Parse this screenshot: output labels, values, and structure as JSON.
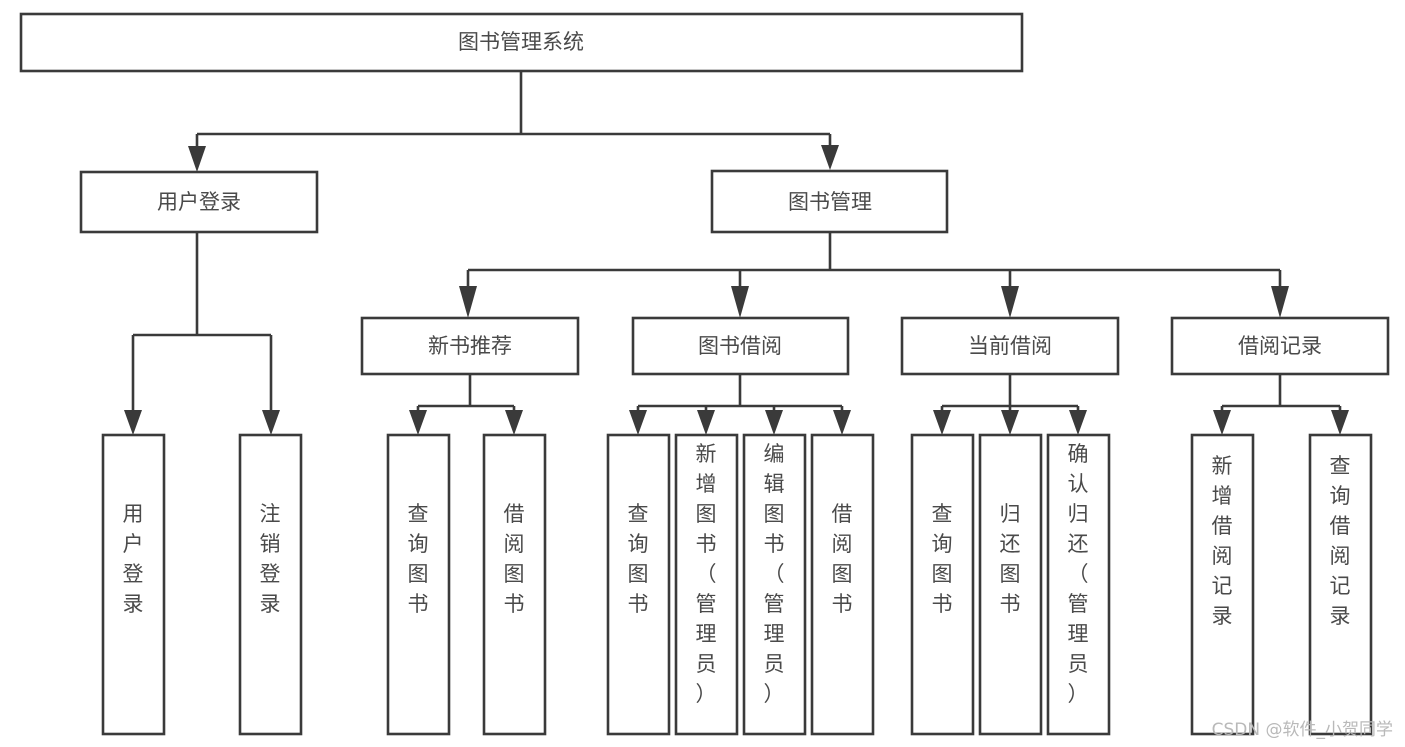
{
  "diagram": {
    "title": "图书管理系统",
    "type": "tree-hierarchy-chart",
    "orientation": "top-down",
    "colors": {
      "box_fill": "#ffffff",
      "box_stroke": "#3a3a3a",
      "text": "#4a4a4a",
      "background": "#ffffff",
      "watermark": "#b9b9b9"
    },
    "root": {
      "label": "图书管理系统",
      "text_direction": "horizontal"
    },
    "level1": [
      {
        "id": "user-login",
        "label": "用户登录",
        "text_direction": "horizontal"
      },
      {
        "id": "book-manage",
        "label": "图书管理",
        "text_direction": "horizontal"
      }
    ],
    "level2": [
      {
        "id": "new-book-recommend",
        "label": "新书推荐",
        "parent": "book-manage",
        "text_direction": "horizontal"
      },
      {
        "id": "book-borrow",
        "label": "图书借阅",
        "parent": "book-manage",
        "text_direction": "horizontal"
      },
      {
        "id": "current-borrow",
        "label": "当前借阅",
        "parent": "book-manage",
        "text_direction": "horizontal"
      },
      {
        "id": "borrow-record",
        "label": "借阅记录",
        "parent": "book-manage",
        "text_direction": "horizontal"
      }
    ],
    "leaves": [
      {
        "id": "leaf-user-login",
        "label": "用户登录",
        "parent": "user-login",
        "text_direction": "vertical"
      },
      {
        "id": "leaf-user-logout",
        "label": "注销登录",
        "parent": "user-login",
        "text_direction": "vertical"
      },
      {
        "id": "leaf-query-book-recommend",
        "label": "查询图书",
        "parent": "new-book-recommend",
        "text_direction": "vertical"
      },
      {
        "id": "leaf-borrow-book-recommend",
        "label": "借阅图书",
        "parent": "new-book-recommend",
        "text_direction": "vertical"
      },
      {
        "id": "leaf-query-book-borrow",
        "label": "查询图书",
        "parent": "book-borrow",
        "text_direction": "vertical"
      },
      {
        "id": "leaf-add-book-admin",
        "label": "新增图书（管理员）",
        "parent": "book-borrow",
        "text_direction": "vertical"
      },
      {
        "id": "leaf-edit-book-admin",
        "label": "编辑图书（管理员）",
        "parent": "book-borrow",
        "text_direction": "vertical"
      },
      {
        "id": "leaf-borrow-book",
        "label": "借阅图书",
        "parent": "book-borrow",
        "text_direction": "vertical"
      },
      {
        "id": "leaf-query-book-current",
        "label": "查询图书",
        "parent": "current-borrow",
        "text_direction": "vertical"
      },
      {
        "id": "leaf-return-book",
        "label": "归还图书",
        "parent": "current-borrow",
        "text_direction": "vertical"
      },
      {
        "id": "leaf-confirm-return-admin",
        "label": "确认归还（管理员）",
        "parent": "current-borrow",
        "text_direction": "vertical"
      },
      {
        "id": "leaf-add-borrow-record",
        "label": "新增借阅记录",
        "parent": "borrow-record",
        "text_direction": "vertical"
      },
      {
        "id": "leaf-query-borrow-record",
        "label": "查询借阅记录",
        "parent": "borrow-record",
        "text_direction": "vertical"
      }
    ]
  },
  "watermark": {
    "text": "CSDN @软件_小贺同学"
  }
}
